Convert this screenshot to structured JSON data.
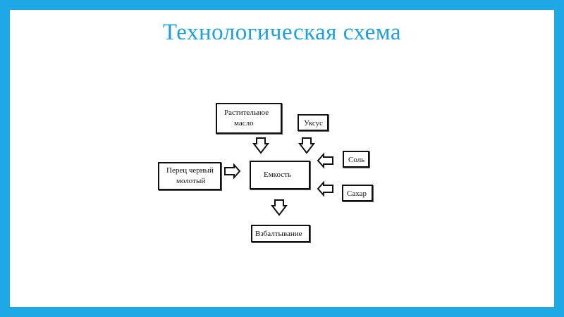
{
  "slide": {
    "title": "Технологическая схема"
  },
  "diagram": {
    "nodes": {
      "oil": {
        "line1": "Растительное",
        "line2": "масло"
      },
      "vinegar": {
        "label": "Уксус"
      },
      "salt": {
        "label": "Соль"
      },
      "sugar": {
        "label": "Сахар"
      },
      "pepper": {
        "line1": "Перец черный",
        "line2": "молотый"
      },
      "container": {
        "label": "Емкость"
      },
      "whipping": {
        "label": "Взбалтывание"
      }
    },
    "arrows": [
      {
        "from": "oil",
        "to": "container",
        "direction": "down"
      },
      {
        "from": "vinegar",
        "to": "container",
        "direction": "down"
      },
      {
        "from": "salt",
        "to": "container",
        "direction": "left"
      },
      {
        "from": "sugar",
        "to": "container",
        "direction": "left"
      },
      {
        "from": "pepper",
        "to": "container",
        "direction": "right"
      },
      {
        "from": "container",
        "to": "whipping",
        "direction": "down"
      }
    ]
  }
}
